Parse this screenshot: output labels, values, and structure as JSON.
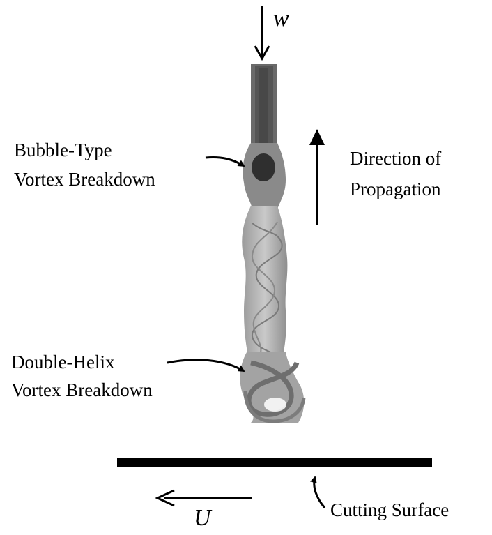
{
  "labels": {
    "w": "w",
    "U": "U",
    "bubble": [
      "Bubble-Type",
      "Vortex Breakdown"
    ],
    "direction": [
      "Direction of",
      "Propagation"
    ],
    "helix": [
      "Double-Helix",
      "Vortex Breakdown"
    ],
    "cutting": "Cutting Surface"
  },
  "colors": {
    "ink": "#000000",
    "vortex_light": "#b9b9b9",
    "vortex_mid": "#8f8f8f",
    "vortex_dark": "#4a4a4a",
    "bubble_core": "#2f2f2f"
  }
}
